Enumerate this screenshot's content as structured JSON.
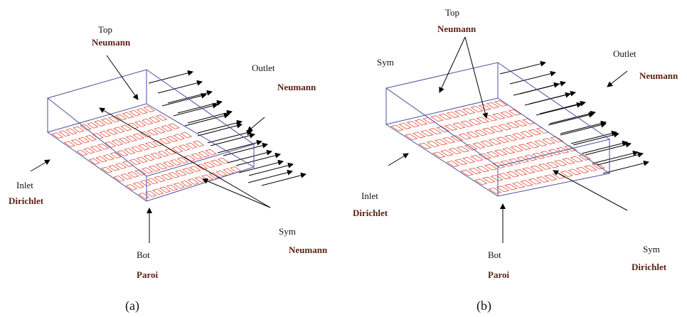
{
  "panel_a": {
    "caption": "(a)",
    "top": {
      "name": "Top",
      "condition": "Neumann"
    },
    "outlet": {
      "name": "Outlet",
      "condition": "Neumann"
    },
    "inlet": {
      "name": "Inlet",
      "condition": "Dirichlet"
    },
    "bot": {
      "name": "Bot",
      "condition": "Paroi"
    },
    "sym": {
      "name": "Sym",
      "condition": "Neumann"
    }
  },
  "panel_b": {
    "caption": "(b)",
    "top": {
      "name": "Top",
      "condition": "Neumann"
    },
    "sym_top": {
      "name": "Sym"
    },
    "outlet": {
      "name": "Outlet",
      "condition": "Neumann"
    },
    "inlet": {
      "name": "Inlet",
      "condition": "Dirichlet"
    },
    "bot": {
      "name": "Bot",
      "condition": "Paroi"
    },
    "sym": {
      "name": "Sym",
      "condition": "Dirichlet"
    }
  },
  "colors": {
    "box_edges": "#4b4fa0",
    "mesh_cells": "#e0503c",
    "arrows": "#000000",
    "condition_text": "#5a1f12"
  },
  "mesh": {
    "rows": 8,
    "cols": 14
  }
}
